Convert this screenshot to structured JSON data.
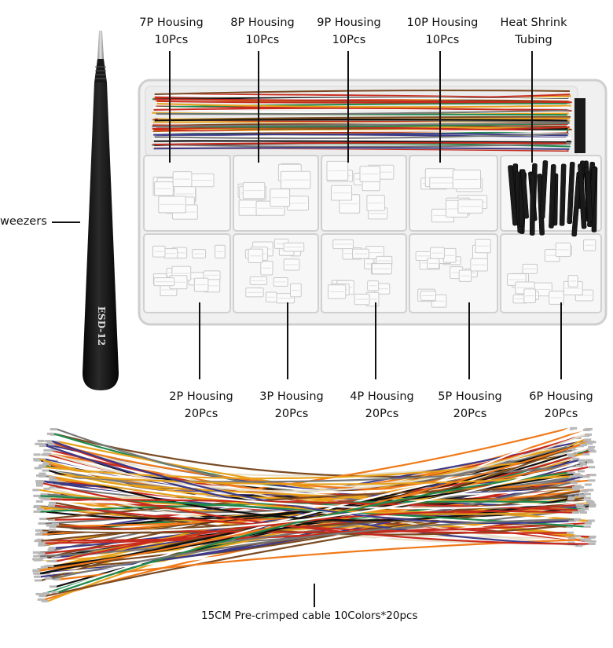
{
  "top_labels": [
    {
      "name": "7P Housing",
      "qty": "10Pcs"
    },
    {
      "name": "8P Housing",
      "qty": "10Pcs"
    },
    {
      "name": "9P Housing",
      "qty": "10Pcs"
    },
    {
      "name": "10P Housing",
      "qty": "10Pcs"
    },
    {
      "name": "Heat Shrink",
      "qty": "Tubing"
    }
  ],
  "bottom_labels": [
    {
      "name": "2P Housing",
      "qty": "20Pcs"
    },
    {
      "name": "3P Housing",
      "qty": "20Pcs"
    },
    {
      "name": "4P Housing",
      "qty": "20Pcs"
    },
    {
      "name": "5P Housing",
      "qty": "20Pcs"
    },
    {
      "name": "6P Housing",
      "qty": "20Pcs"
    }
  ],
  "side_label": "weezers",
  "tweezer_text": "ESD-12",
  "cable_caption": "15CM Pre-crimped cable 10Colors*20pcs",
  "colors": {
    "text": "#111111",
    "tweezer": "#151515",
    "box_plastic": "#eeeeee",
    "housing": "#f6f6f6",
    "heat_shrink": "#1a1a1a"
  },
  "wire_colors": [
    "#e8a21c",
    "#101010",
    "#1f8a4d",
    "#c82a1e",
    "#7a4a22",
    "#e8dfc8",
    "#3d3a8a",
    "#ffffff",
    "#f07a1a",
    "#777777"
  ]
}
